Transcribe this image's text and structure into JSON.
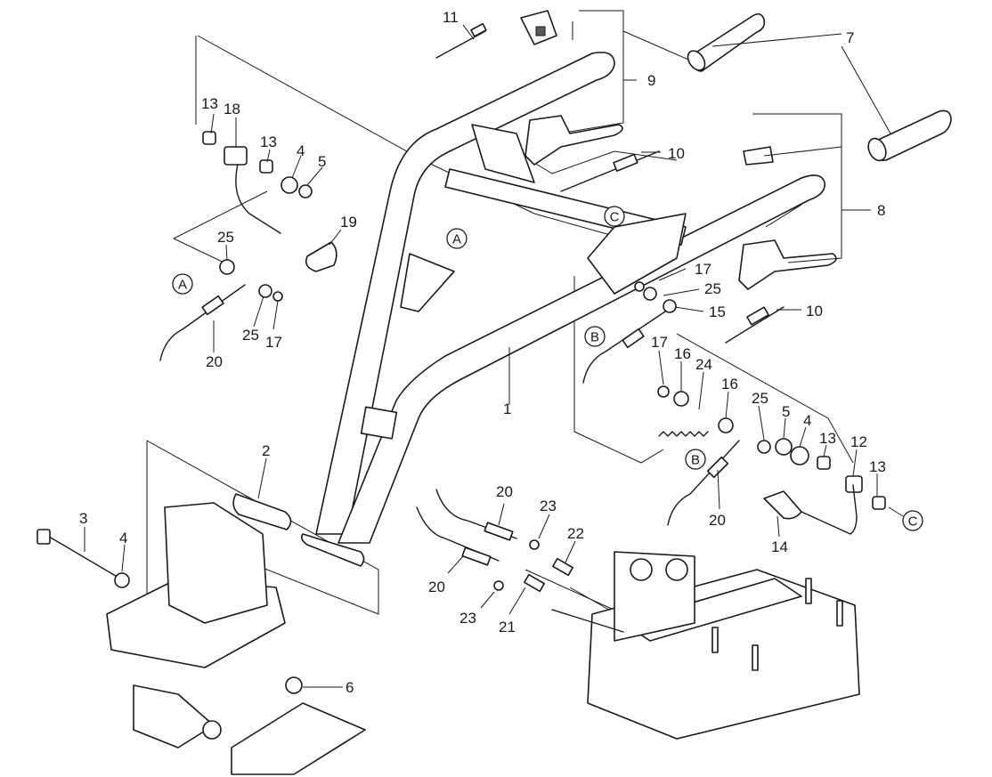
{
  "part_labels": {
    "p1": "1",
    "p2": "2",
    "p3": "3",
    "p4": "4",
    "p5": "5",
    "p6": "6",
    "p7": "7",
    "p8": "8",
    "p9": "9",
    "p10": "10",
    "p11": "11",
    "p12": "12",
    "p13": "13",
    "p14": "14",
    "p15": "15",
    "p16": "16",
    "p17": "17",
    "p18": "18",
    "p19": "19",
    "p20": "20",
    "p21": "21",
    "p22": "22",
    "p23": "23",
    "p24": "24",
    "p25": "25"
  },
  "ref_labels": {
    "a": "A",
    "b": "B",
    "c": "C"
  }
}
